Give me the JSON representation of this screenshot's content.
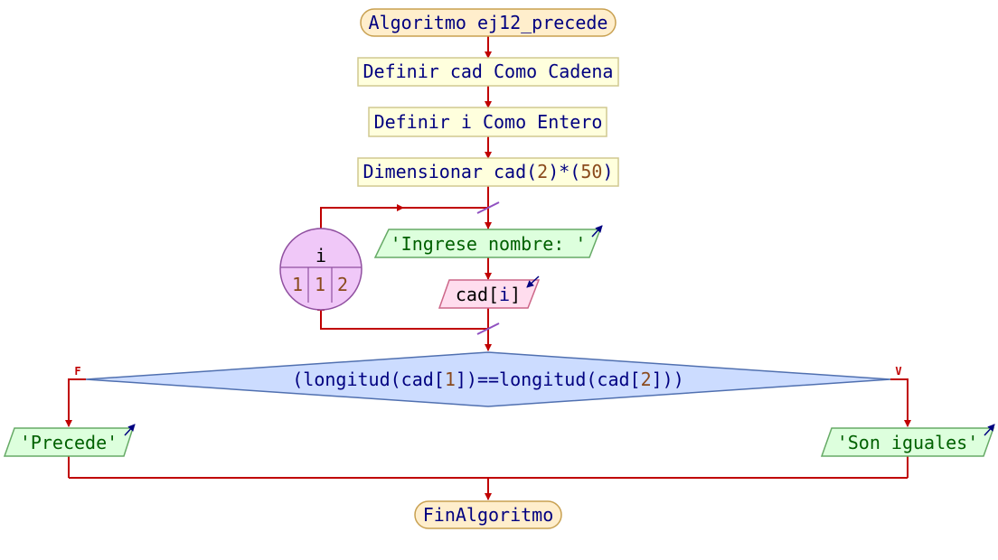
{
  "title": "Algoritmo ej12_precede",
  "steps": {
    "def_cad": "Definir cad Como Cadena",
    "def_i": "Definir i Como Entero",
    "dim": {
      "kw": "Dimensionar cad(",
      "n1": "2",
      "mid": ")*(",
      "n2": "50",
      "end": ")"
    }
  },
  "loop": {
    "var": "i",
    "from": "1",
    "step": "1",
    "to": "2",
    "prompt": "'Ingrese nombre: '",
    "read": {
      "name": "cad[",
      "idx": "i",
      "end": "]"
    }
  },
  "decision": {
    "p1": "(longitud(cad[",
    "n1": "1",
    "p2": "])==longitud(cad[",
    "n2": "2",
    "p3": "]))",
    "false_label": "F",
    "true_label": "V"
  },
  "outputs": {
    "false_branch": "'Precede'",
    "true_branch": "'Son iguales'"
  },
  "end": "FinAlgoritmo",
  "colors": {
    "terminal_fill": "#ffeecc",
    "terminal_stroke": "#c8a050",
    "process_fill": "#ffffdd",
    "process_stroke": "#d0c890",
    "output_fill": "#ddffdd",
    "output_stroke": "#66aa66",
    "input_fill": "#ffddee",
    "input_stroke": "#cc6688",
    "loop_fill": "#f0c8f8",
    "loop_stroke": "#9050a0",
    "decision_fill": "#ccdcff",
    "decision_stroke": "#5070b0",
    "arrow": "#c00000",
    "text": "#000080"
  }
}
